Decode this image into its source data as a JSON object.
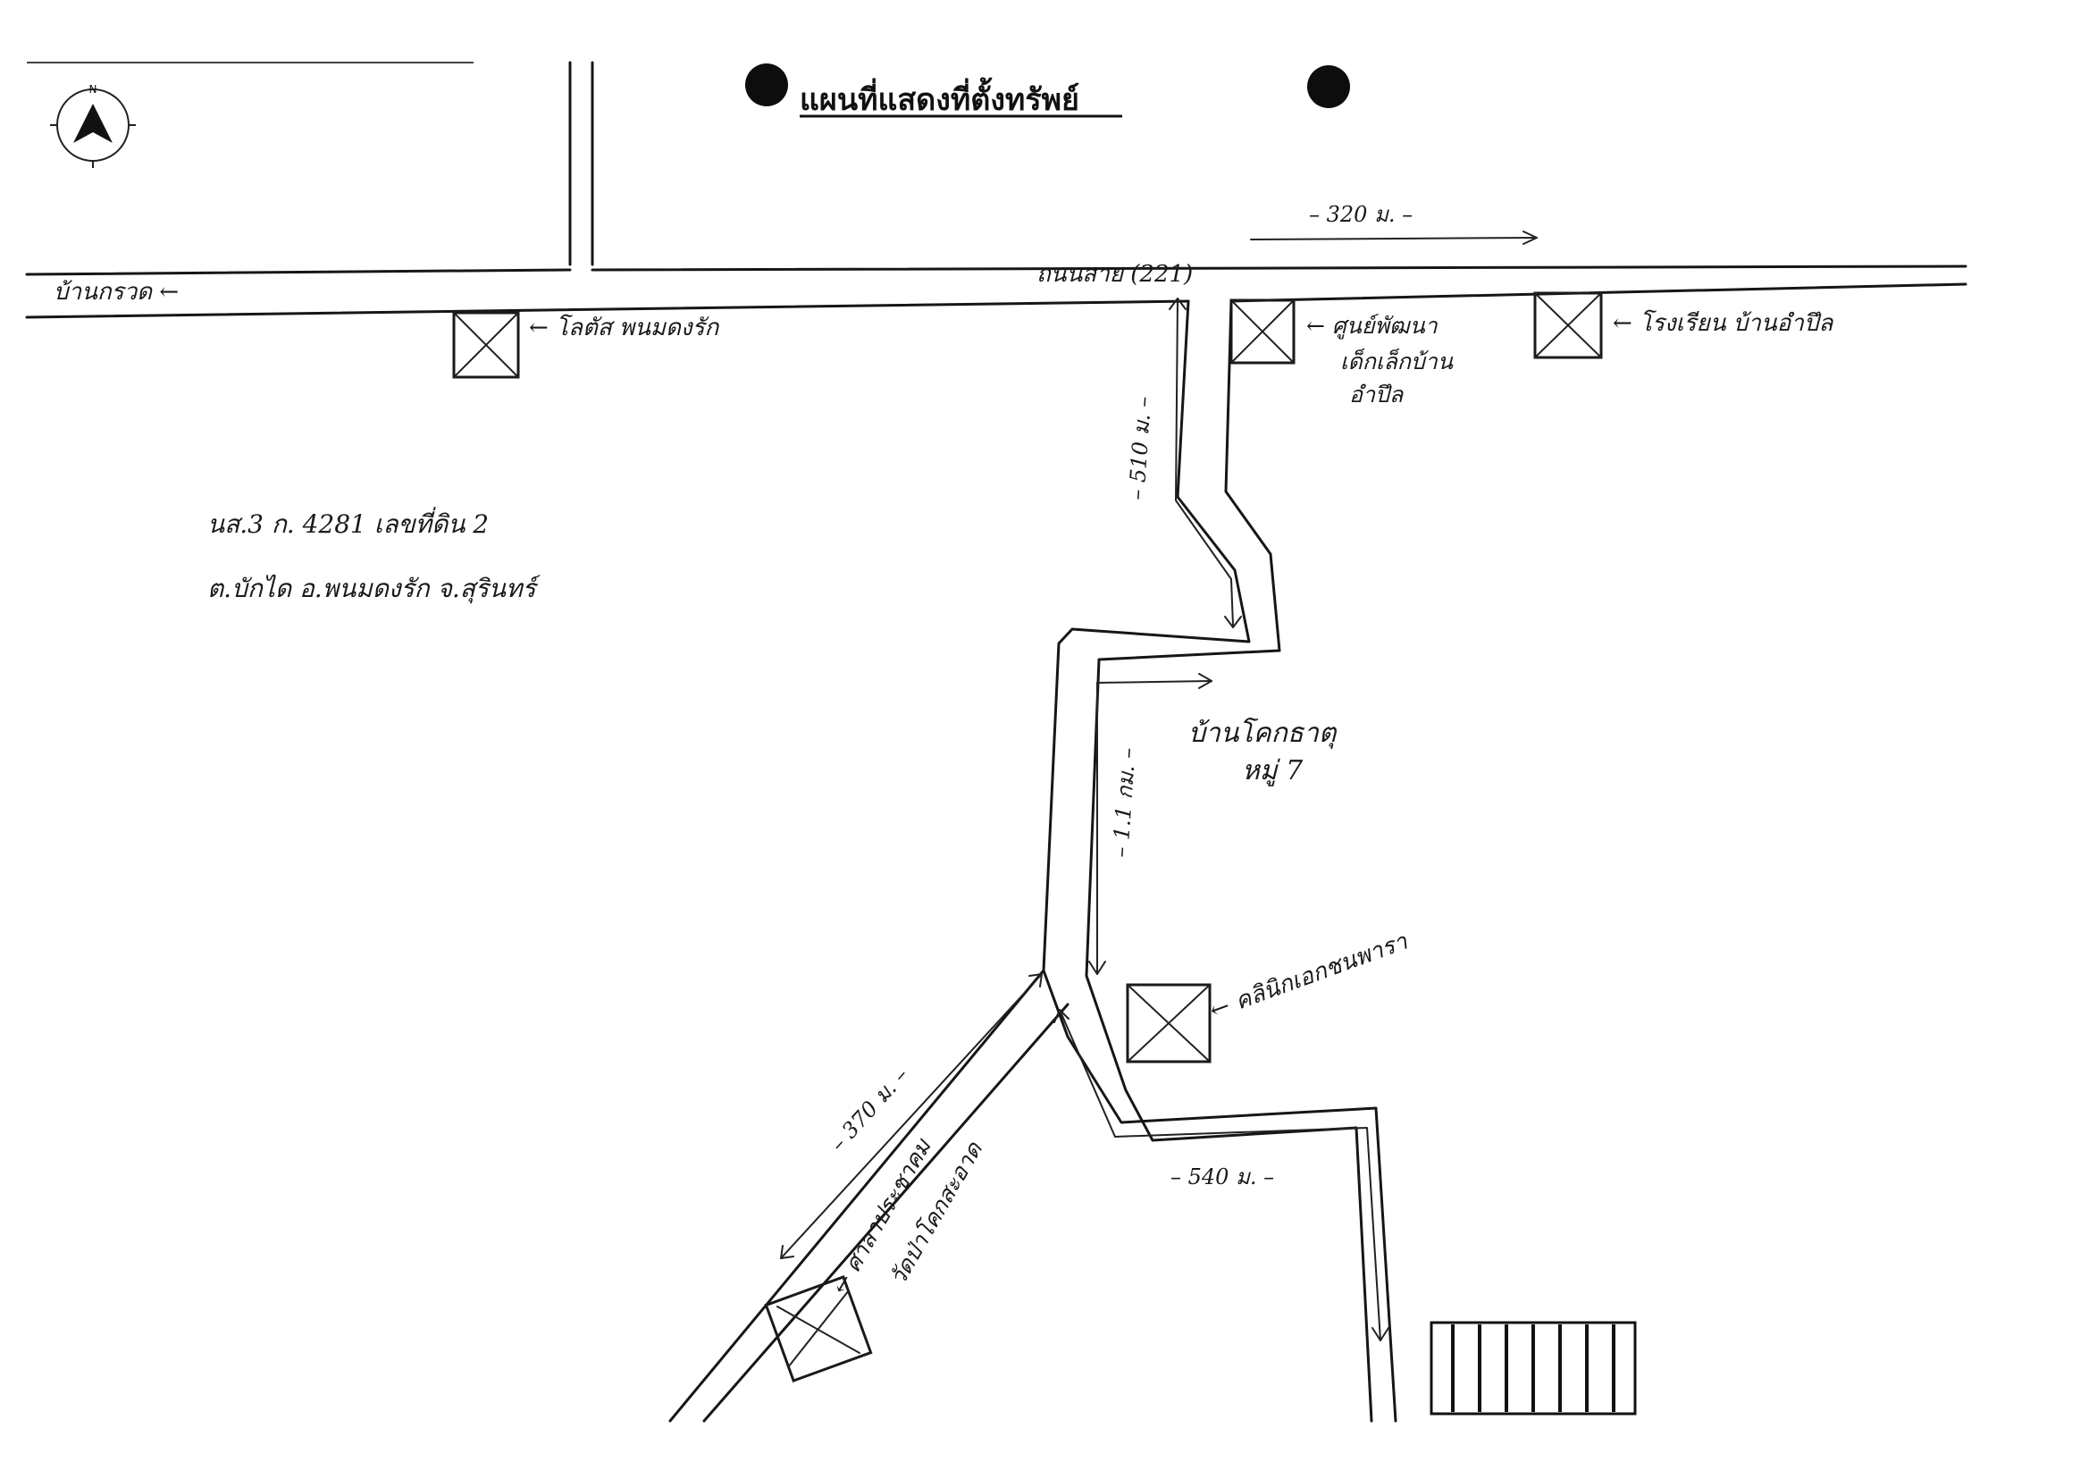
{
  "title": "แผนที่แสดงที่ตั้งทรัพย์",
  "compass": {
    "north_label": "N"
  },
  "road_main": {
    "label": "ถนนสาย (221)",
    "west_end": "บ้านกรวด ←"
  },
  "landmarks": [
    {
      "id": "police",
      "label": "← โลตัส พนมดงรัก"
    },
    {
      "id": "center",
      "label": "← ศูนย์พัฒนา",
      "label2": "เด็กเล็กบ้าน",
      "label3": "อำปึล"
    },
    {
      "id": "school",
      "label": "← โรงเรียน บ้านอำปึล"
    },
    {
      "id": "pharmacy",
      "label": "← คลินิกเอกชนพารา"
    },
    {
      "id": "temple",
      "label": "← ศาลาประชาคม",
      "label2": "วัดป่าโคกสะอาด"
    }
  ],
  "village": {
    "line1": "บ้านโคกธาตุ",
    "line2": "หมู่ 7"
  },
  "parcel": {
    "line1": "นส.3 ก. 4281 เลขที่ดิน 2",
    "line2": "ต.บักได อ.พนมดงรัก จ.สุรินทร์"
  },
  "distances": {
    "d320": "– 320 ม. –",
    "d510": "– 510 ม. –",
    "d1_1": "– 1.1 กม. –",
    "d370": "– 370 ม. –",
    "d540": "– 540 ม. –"
  }
}
